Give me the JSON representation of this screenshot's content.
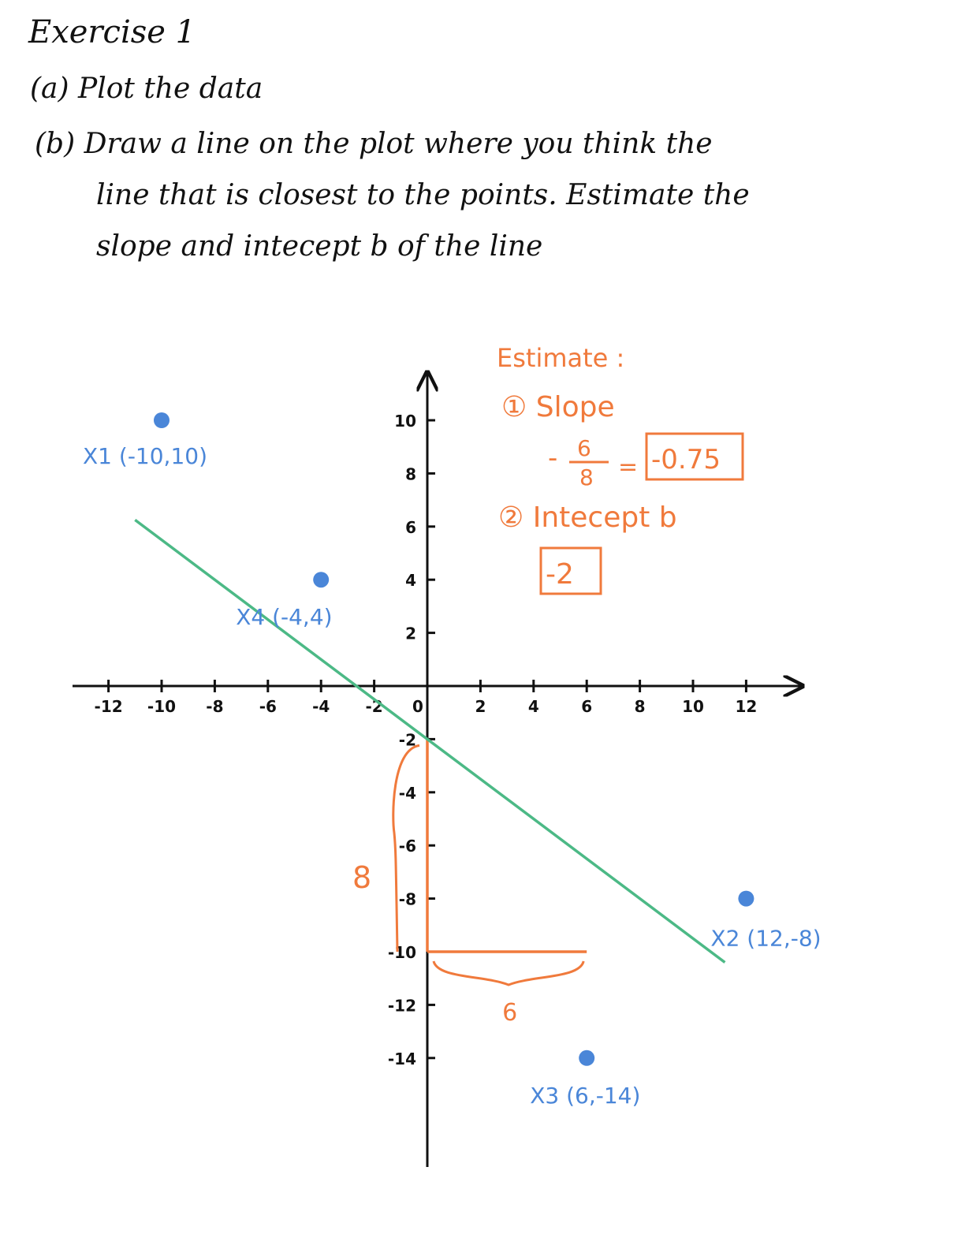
{
  "exercise": {
    "title": "Exercise 1",
    "part_a": "(a) Plot the data",
    "part_b_line1": "(b) Draw a line on the plot where you think the",
    "part_b_line2": "line that is closest to the points. Estimate the",
    "part_b_line3": "slope and intecept b of the line"
  },
  "annotation": {
    "heading": "Estimate :",
    "slope_label": "① Slope",
    "slope_num": "6",
    "slope_den": "8",
    "slope_minus": "-",
    "slope_equals": "=",
    "slope_value": "-0.75",
    "intercept_label": "② Intecept b",
    "intercept_value": "-2",
    "rise_label": "8",
    "run_label": "6"
  },
  "colors": {
    "points": "#4a86d8",
    "fit_line": "#4cb986",
    "annotation": "#f07a3c",
    "axes": "#111111"
  },
  "chart_data": {
    "type": "scatter",
    "title": "",
    "xlabel": "",
    "ylabel": "",
    "xlim": [
      -12.5,
      14.5
    ],
    "ylim": [
      -18,
      12
    ],
    "x_ticks": [
      -12,
      -10,
      -8,
      -6,
      -4,
      -2,
      0,
      2,
      4,
      6,
      8,
      10,
      12
    ],
    "x_tick_labels": [
      "-12",
      "-10",
      "-8",
      "-6",
      "-4",
      "-2",
      "0",
      "2",
      "4",
      "6",
      "8",
      "10",
      "12"
    ],
    "y_ticks": [
      10,
      8,
      6,
      4,
      2,
      -2,
      -4,
      -6,
      -8,
      -10,
      -12,
      -14
    ],
    "y_tick_labels": [
      "10",
      "8",
      "6",
      "4",
      "2",
      "-2",
      "-4",
      "-6",
      "-8",
      "-10",
      "-12",
      "-14"
    ],
    "grid": false,
    "points": [
      {
        "label": "X1 (-10,10)",
        "x": -10,
        "y": 10
      },
      {
        "label": "X4 (-4,4)",
        "x": -4,
        "y": 4
      },
      {
        "label": "X2 (12,-8)",
        "x": 12,
        "y": -8
      },
      {
        "label": "X3 (6,-14)",
        "x": 6,
        "y": -14
      }
    ],
    "fit_line": {
      "slope": -0.75,
      "intercept": -2,
      "x_range": [
        -11,
        11.2
      ]
    },
    "slope_triangle": {
      "x0": 0,
      "y0": -2,
      "x1": 6,
      "y1": -10,
      "rise": 8,
      "run": 6
    }
  }
}
